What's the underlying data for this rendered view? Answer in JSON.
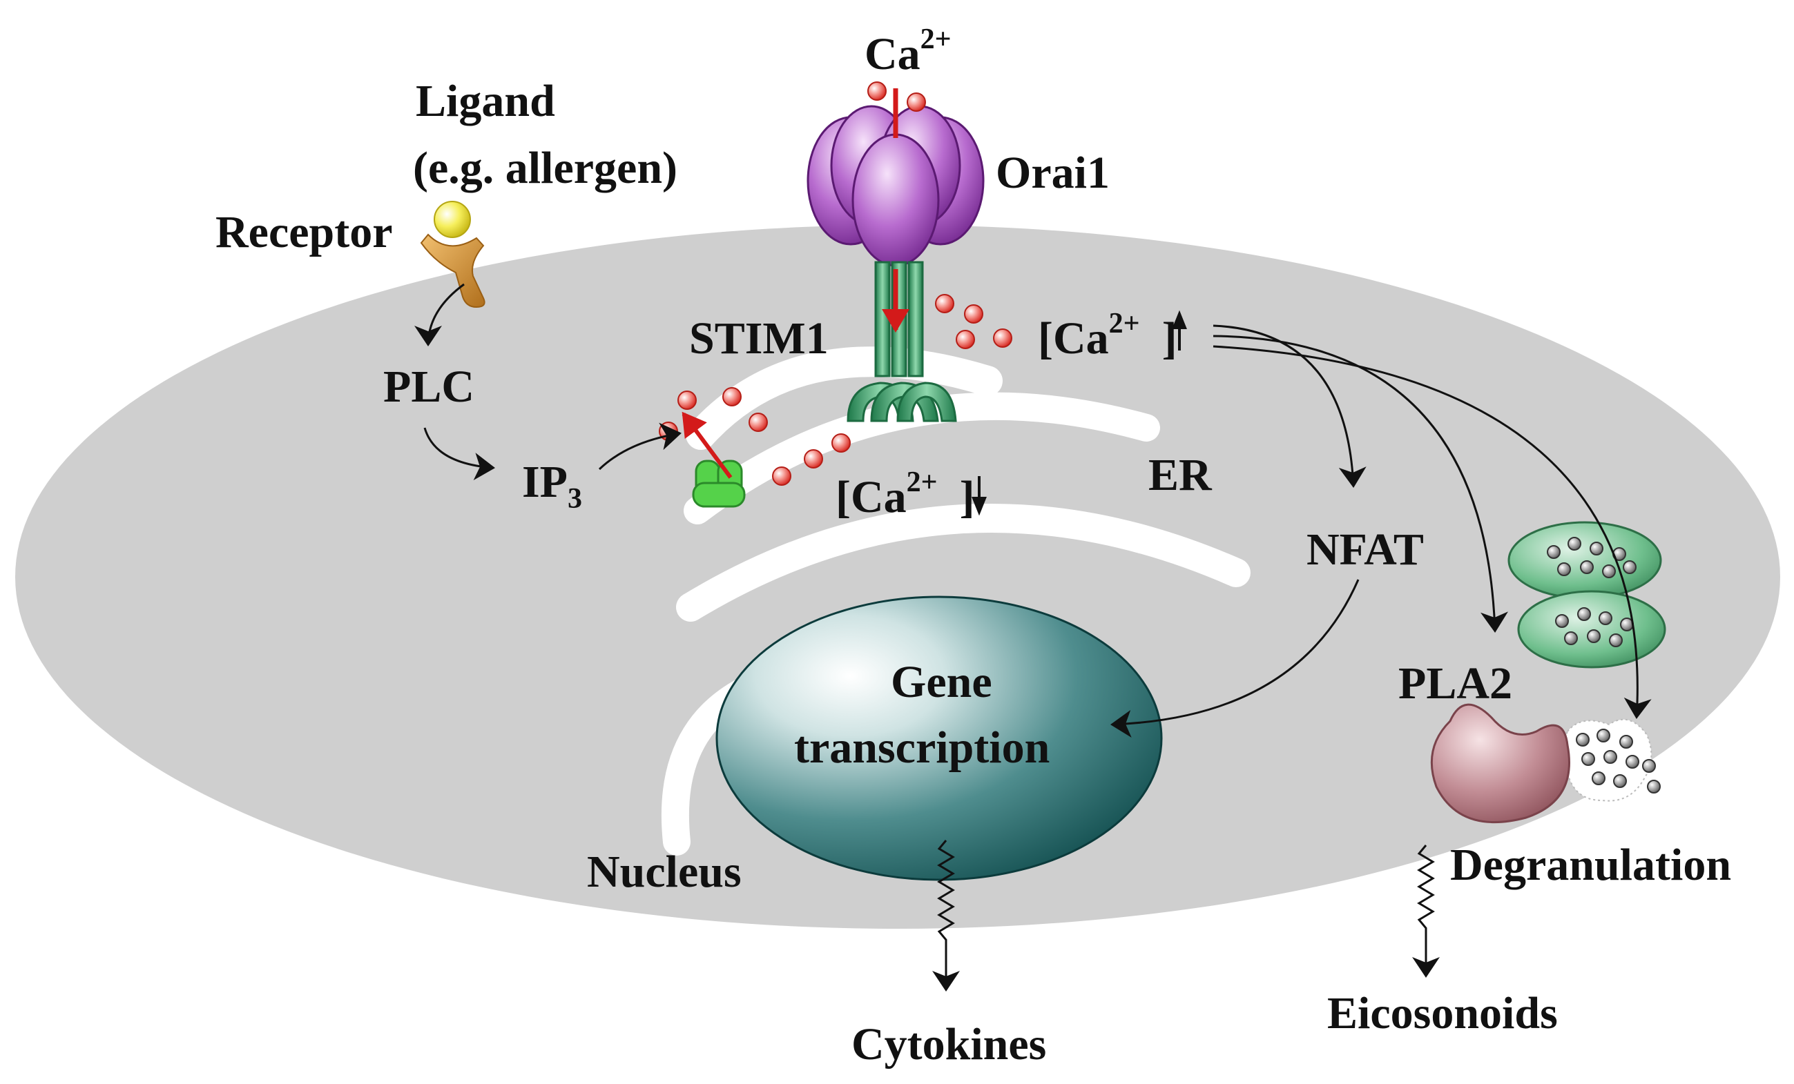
{
  "labels": {
    "ca_top": "Ca",
    "ca_top_sup": "2+",
    "ligand_line1": "Ligand",
    "ligand_line2": "(e.g. allergen)",
    "receptor": "Receptor",
    "orai1": "Orai1",
    "stim1": "STIM1",
    "plc": "PLC",
    "ip3": "IP",
    "ip3_sub": "3",
    "ca_up_open": "[Ca",
    "ca_up_sup": "2+",
    "ca_up_close": "]",
    "ca_down_open": "[Ca",
    "ca_down_sup": "2+",
    "ca_down_close": "]",
    "er": "ER",
    "nfat": "NFAT",
    "gene_line1": "Gene",
    "gene_line2": "transcription",
    "nucleus": "Nucleus",
    "pla2": "PLA2",
    "degranulation": "Degranulation",
    "cytokines": "Cytokines",
    "eicosonoids": "Eicosonoids"
  },
  "colors": {
    "cell": "#cfcfcf",
    "er": "#ffffff",
    "orai1": "#a34fbc",
    "stim1": "#2e9b62",
    "ip3_receptor": "#55d24a",
    "calcium": "#e8342f",
    "receptor": "#d8962f",
    "ligand": "#f4ee47",
    "nucleus": "#1e6868",
    "vesicle": "#3e9c66",
    "pla2": "#b77b84",
    "arrow": "#111111",
    "red_arrow": "#d31a1a"
  },
  "icons": {
    "ligand": "sphere",
    "receptor": "y-shaped-receptor",
    "orai1": "channel-pore",
    "stim1": "er-membrane-protein",
    "ip3_receptor": "er-channel",
    "pla2": "crescent-enzyme",
    "granules": "secretory-vesicle",
    "degranulation": "released-granules"
  }
}
